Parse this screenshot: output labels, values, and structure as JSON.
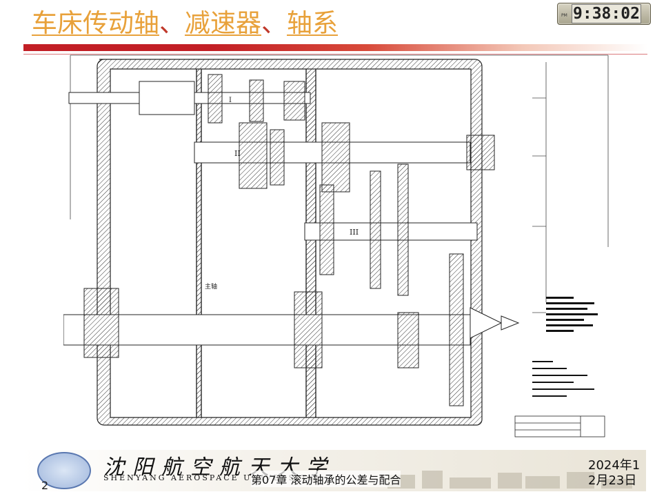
{
  "slide": {
    "title_parts": [
      {
        "text": "车床传动轴",
        "kind": "keyword"
      },
      {
        "text": "、",
        "kind": "separator"
      },
      {
        "text": "减速器",
        "kind": "keyword"
      },
      {
        "text": "、",
        "kind": "separator"
      },
      {
        "text": "轴系",
        "kind": "keyword"
      }
    ],
    "clock": {
      "meridiem": "PM",
      "time": "9:38:02"
    },
    "colors": {
      "title_keyword": "#e8a13a",
      "separator": "#c0392b",
      "bar": "#c21f25"
    }
  },
  "drawing": {
    "shaft_labels": [
      "I",
      "II",
      "III"
    ],
    "main_shaft_label": "主轴"
  },
  "footer": {
    "university_cn": "沈阳航空航天大学",
    "university_en": "SHENYANG AEROSPACE UNIVERSITY",
    "page_number": "2",
    "chapter": "第07章 滚动轴承的公差与配合",
    "date_line1": "2024年1",
    "date_line2": "2月23日"
  }
}
